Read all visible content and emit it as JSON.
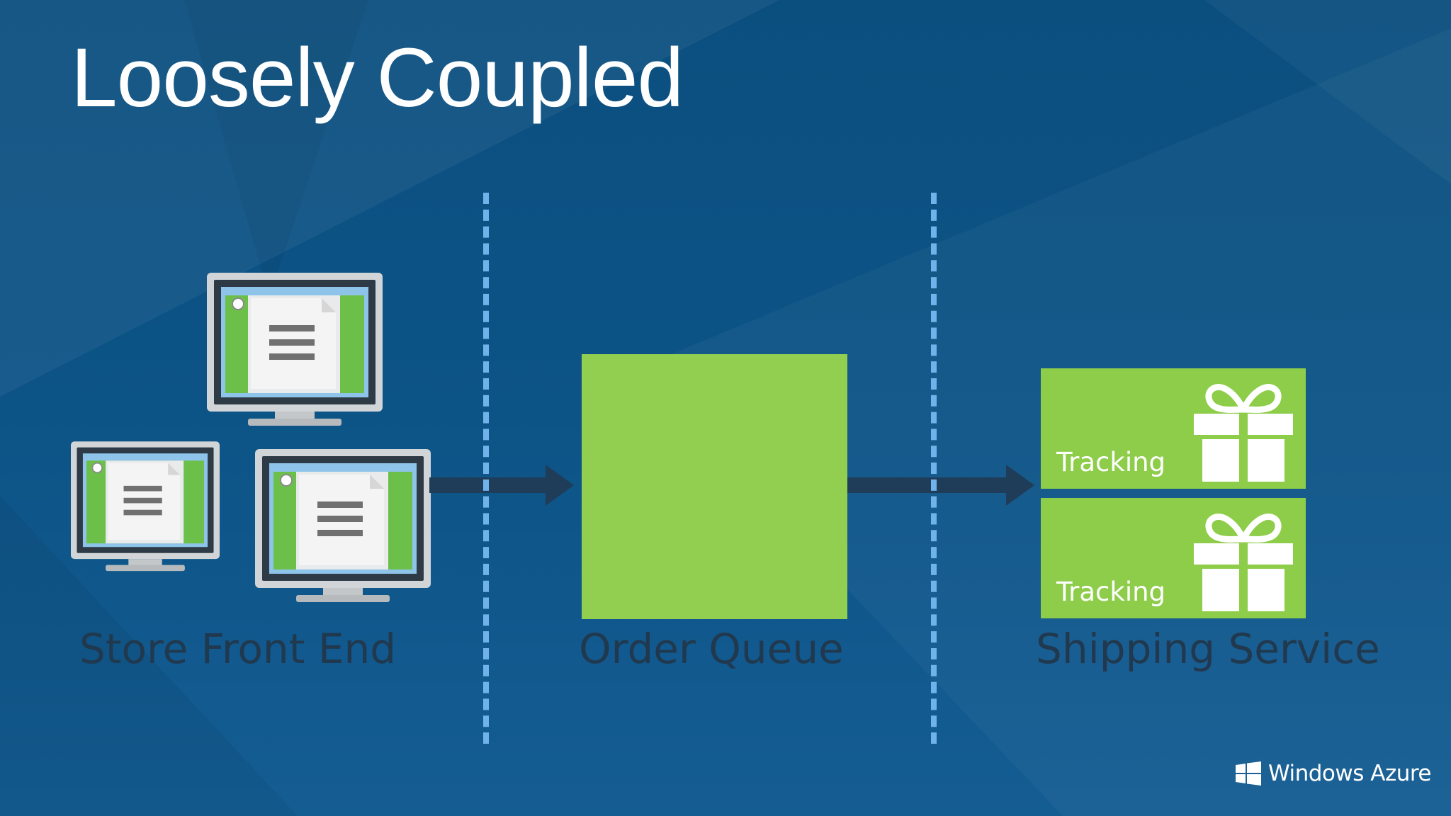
{
  "slide": {
    "title": "Loosely Coupled"
  },
  "sections": [
    {
      "label": "Store Front End"
    },
    {
      "label": "Order Queue"
    },
    {
      "label": "Shipping Service"
    }
  ],
  "shipping": {
    "tiles": [
      {
        "label": "Tracking",
        "icon": "gift-icon"
      },
      {
        "label": "Tracking",
        "icon": "gift-icon"
      }
    ]
  },
  "icons": {
    "store_front": "monitor-icon",
    "brand_logo": "windows-logo-icon"
  },
  "brand": {
    "name": "Windows Azure"
  },
  "colors": {
    "background": "#0d5487",
    "queue_green": "#92cf50",
    "tile_green": "#8dcd4a",
    "divider": "#6fb3ea",
    "arrow": "#1f3d58",
    "label_text": "#21394f"
  }
}
